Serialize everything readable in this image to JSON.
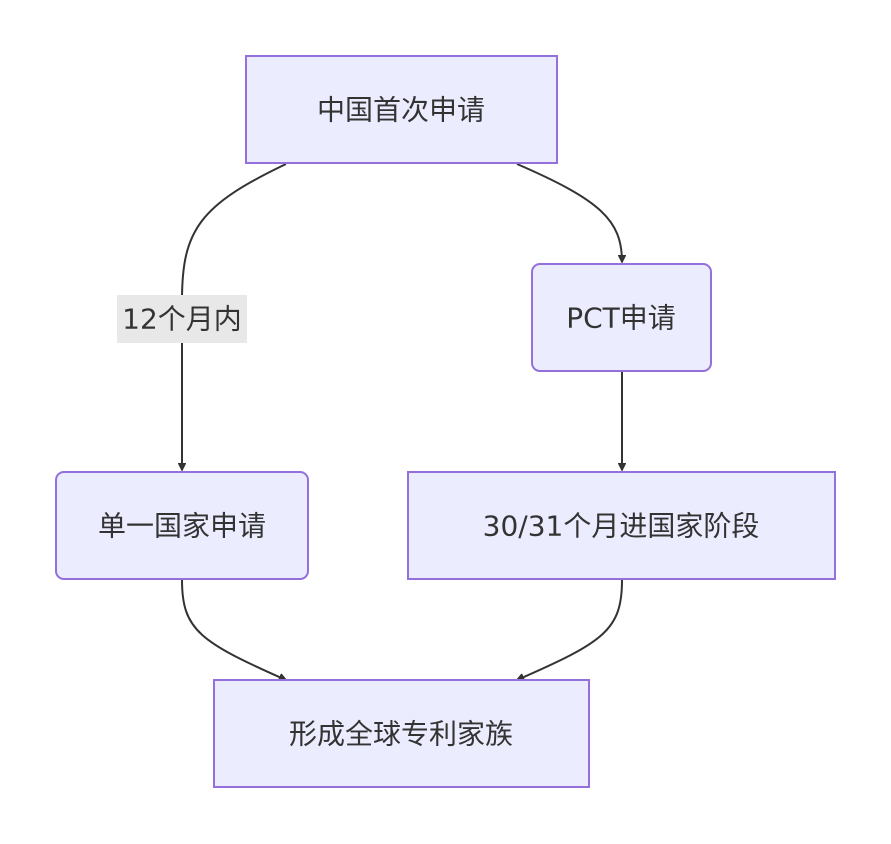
{
  "nodes": {
    "cn_first": {
      "label": "中国首次申请"
    },
    "pct": {
      "label": "PCT申请"
    },
    "single_country": {
      "label": "单一国家申请"
    },
    "national_phase": {
      "label": "30/31个月进国家阶段"
    },
    "family": {
      "label": "形成全球专利家族"
    }
  },
  "edges": {
    "cn_to_single": {
      "label": "12个月内"
    },
    "cn_to_pct": {
      "label": ""
    },
    "pct_to_national": {
      "label": ""
    },
    "single_to_family": {
      "label": ""
    },
    "national_to_family": {
      "label": ""
    }
  },
  "colors": {
    "node_fill": "#ECECFF",
    "node_stroke": "#9370DB",
    "edge": "#333333",
    "label_bg": "#e8e8e8",
    "text": "#333333"
  }
}
